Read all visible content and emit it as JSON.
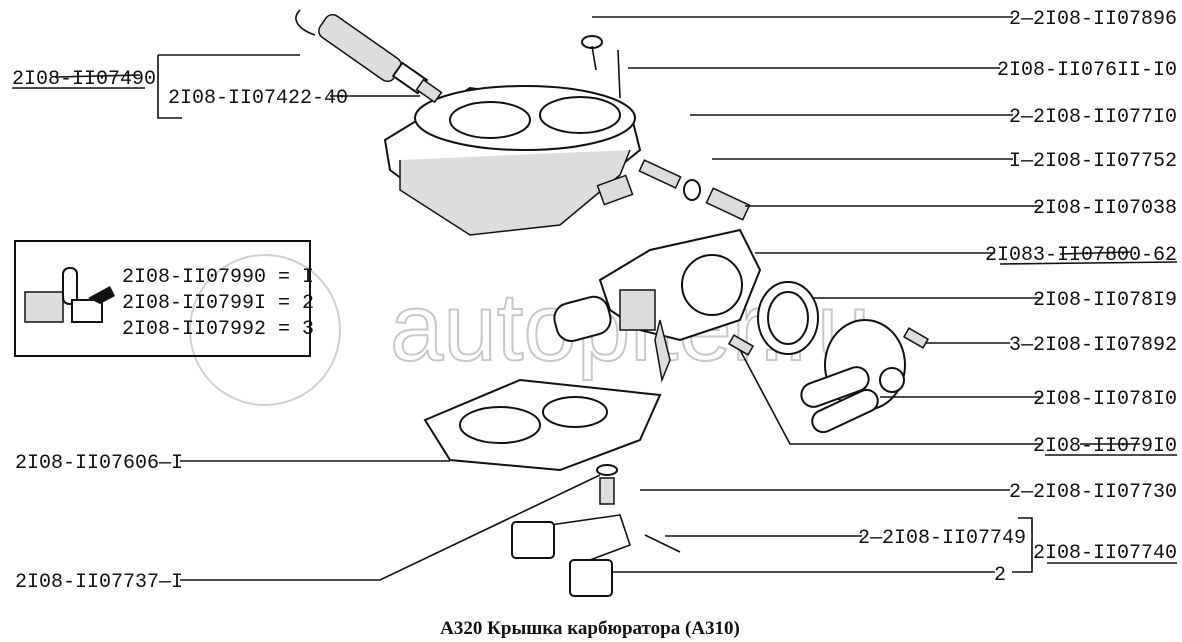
{
  "watermark": "autopiter.ru",
  "caption": "А320   Крышка карбюратора (А310)",
  "left_labels": {
    "assembly_490": "2I08-II07490",
    "part_422": "2I08-II07422-40",
    "part_606": "2I08-II07606—I",
    "part_737": "2I08-II07737—I"
  },
  "repair_kit": {
    "rows": [
      "2I08-II07990 = I",
      "2I08-II0799I = 2",
      "2I08-II07992 = 3"
    ]
  },
  "right_labels": [
    "2—2I08-II07896",
    "2I08-II076II-I0",
    "2—2I08-II077I0",
    "I—2I08-II07752",
    "2I08-II07038",
    "2I083-II07800-62",
    "2I08-II078I9",
    "3—2I08-II07892",
    "2I08-II078I0",
    "2I08-II079I0",
    "2—2I08-II07730"
  ],
  "float_group": {
    "part_749": "2—2I08-II07749",
    "qty": "2",
    "assembly_740": "2I08-II07740"
  }
}
